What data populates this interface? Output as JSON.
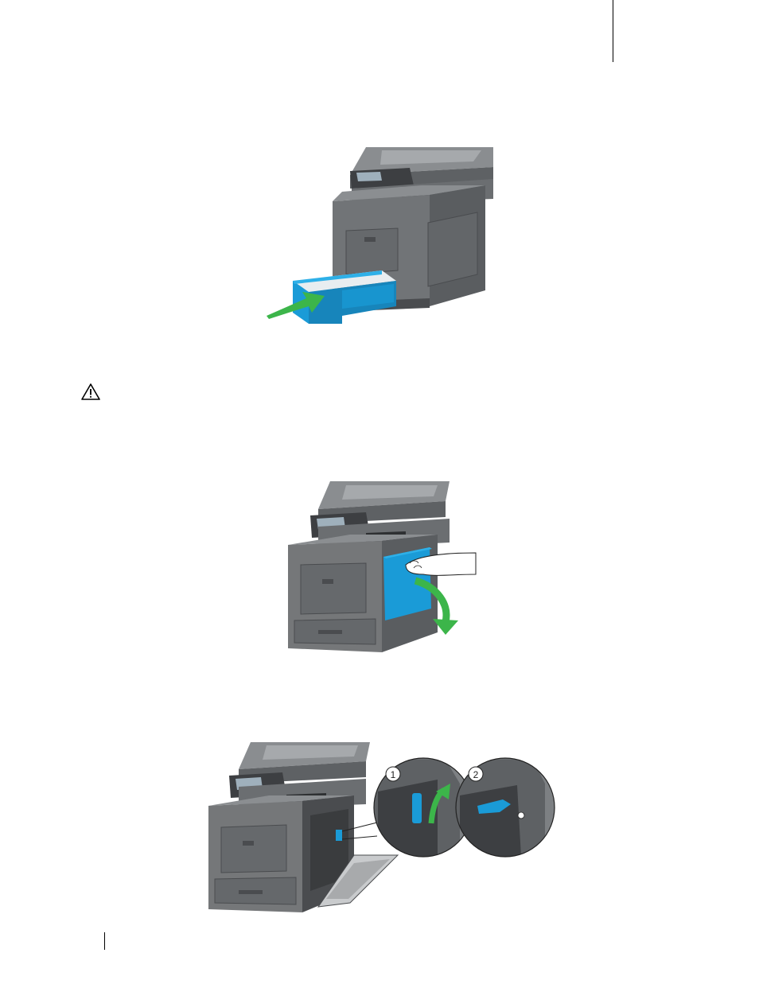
{
  "page": {
    "header_rule": "",
    "figures": [
      {
        "name": "insert-paper-tray",
        "step_badges": []
      },
      {
        "name": "open-right-side-cover",
        "step_badges": []
      },
      {
        "name": "unlock-waste-toner-lever",
        "step_badges": [
          "1",
          "2"
        ]
      }
    ],
    "warning_icon": "warning-triangle-icon"
  },
  "colors": {
    "printer_gray": "#6b6e71",
    "printer_dark": "#4a4c4f",
    "accent_blue": "#1a9bd7",
    "arrow_green": "#3cb54a"
  }
}
